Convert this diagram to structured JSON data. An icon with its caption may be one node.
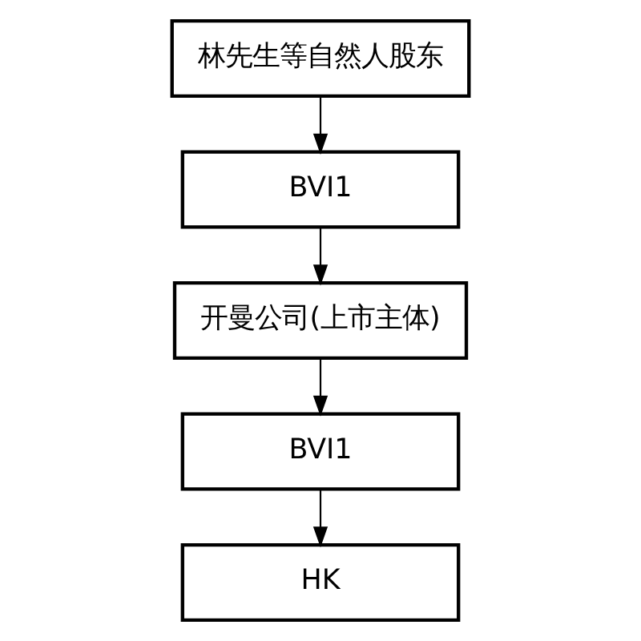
{
  "diagram": {
    "nodes": [
      {
        "text": [
          "林先生等自然人股东"
        ]
      },
      {
        "text": [
          "BVI1"
        ]
      },
      {
        "text": [
          "开曼公司(上市主体)"
        ]
      },
      {
        "text": [
          "BVI1"
        ]
      },
      {
        "text": [
          "HK"
        ]
      }
    ],
    "edges": [
      {
        "from": 0,
        "to": 1,
        "arrow": "to"
      },
      {
        "from": 1,
        "to": 2,
        "arrow": "to"
      },
      {
        "from": 2,
        "to": 3,
        "arrow": "to"
      },
      {
        "from": 3,
        "to": 4,
        "arrow": "to"
      }
    ]
  }
}
